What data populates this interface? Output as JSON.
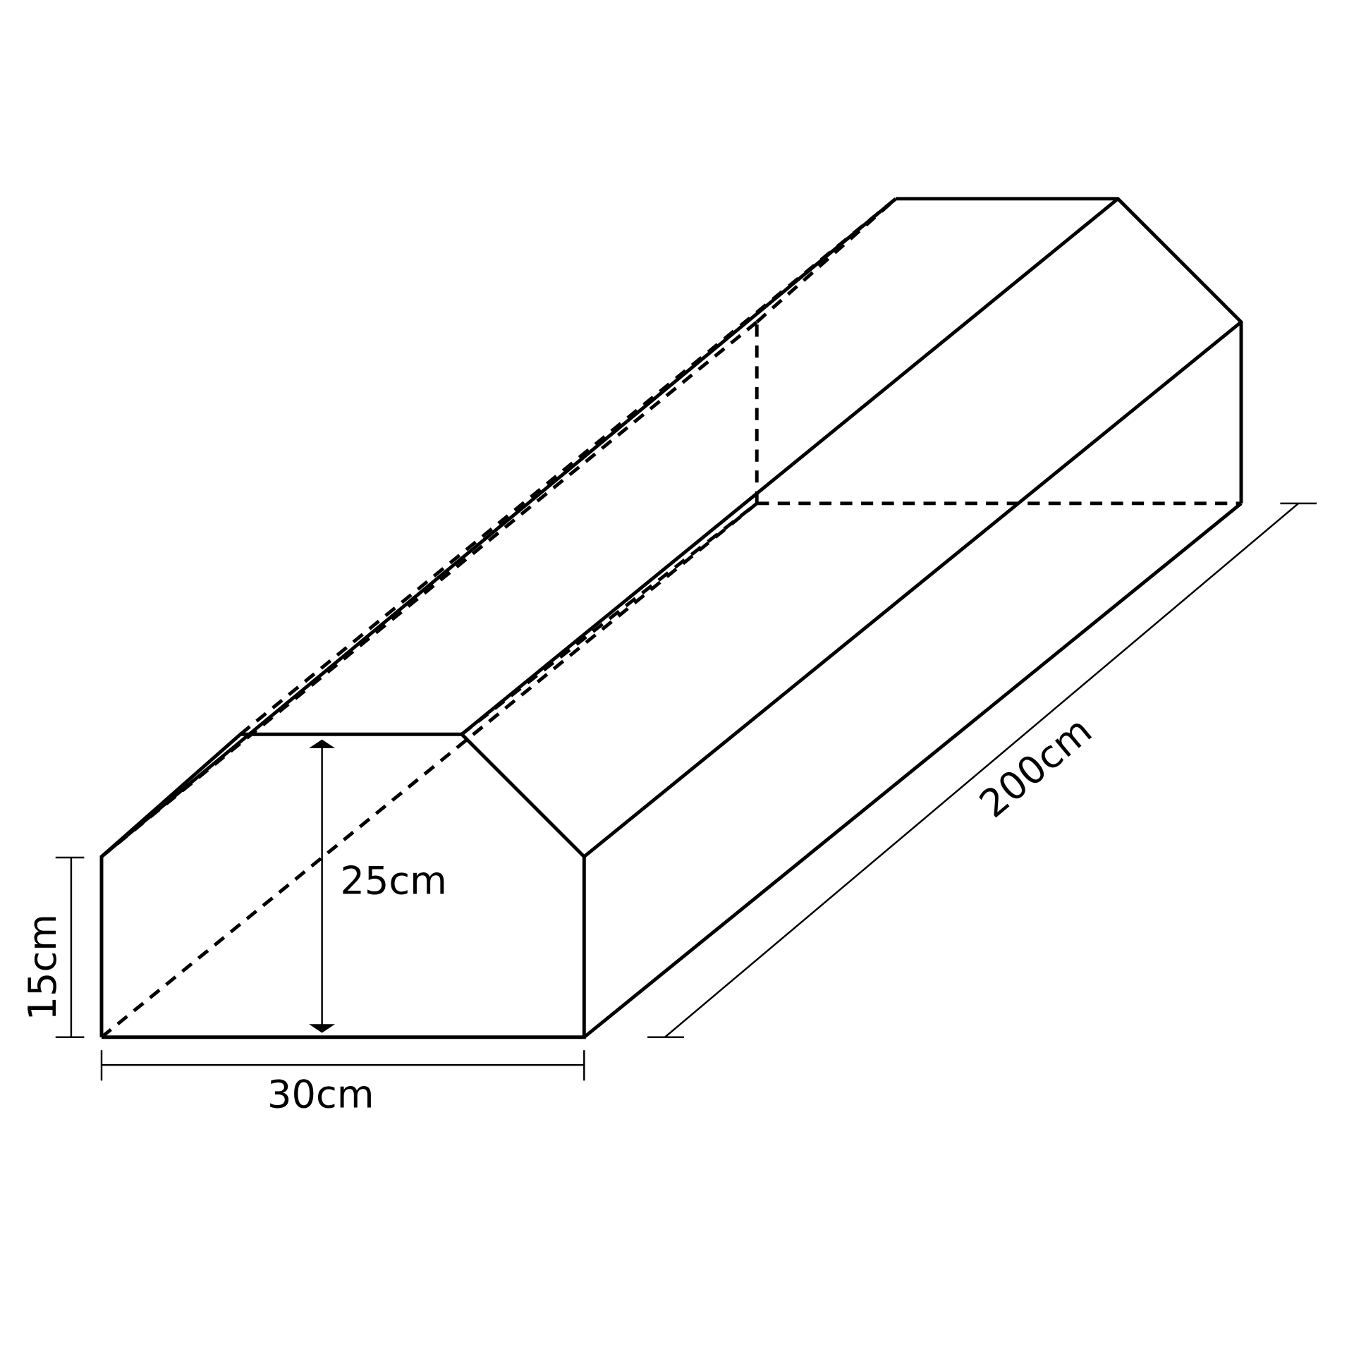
{
  "diagram": {
    "type": "isometric-dimension-drawing",
    "subject": "pentagonal prism (house-shaped cross-section)",
    "colors": {
      "line": "#000000",
      "background": "#ffffff"
    },
    "dimensions": {
      "width": "30cm",
      "wall_height": "15cm",
      "total_height": "25cm",
      "length": "200cm"
    }
  }
}
